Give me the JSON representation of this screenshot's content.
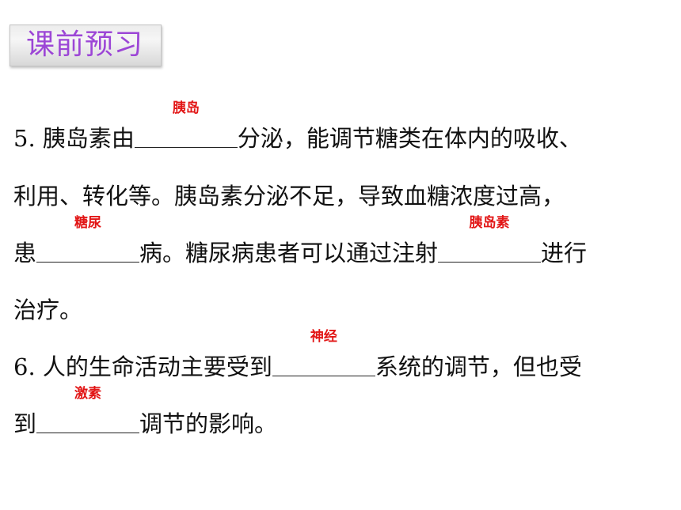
{
  "header": {
    "title": "课前预习"
  },
  "q5": {
    "number": "5.",
    "l1_a": "胰岛素由",
    "ans1": "胰岛",
    "l1_b": "分泌，能调节糖类在体内的吸收、",
    "l2": "利用、转化等。胰岛素分泌不足，导致血糖浓度过高，",
    "l3_a": "患",
    "ans2": "糖尿",
    "l3_b": "病。糖尿病患者可以通过注射",
    "ans3": "胰岛素",
    "l3_c": "进行",
    "l4": "治疗。"
  },
  "q6": {
    "number": "6.",
    "l1_a": "人的生命活动主要受到",
    "ans1": "神经",
    "l1_b": "系统的调节，但也受",
    "l2_a": "到",
    "ans2": "激素",
    "l2_b": "调节的影响。"
  }
}
